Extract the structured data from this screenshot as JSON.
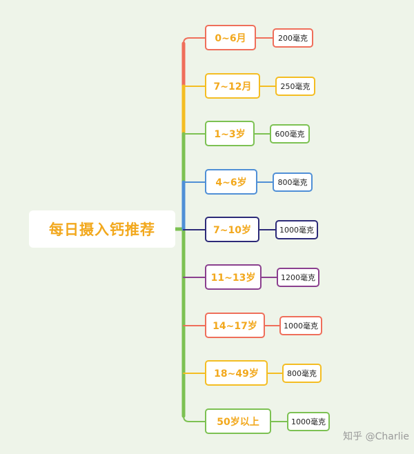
{
  "root": {
    "label": "每日摄入钙推荐"
  },
  "branches": [
    {
      "age": "0~6月",
      "amount": "200毫克",
      "color": "#ef6e5a"
    },
    {
      "age": "7~12月",
      "amount": "250毫克",
      "color": "#f4bd22"
    },
    {
      "age": "1~3岁",
      "amount": "600毫克",
      "color": "#7cc152"
    },
    {
      "age": "4~6岁",
      "amount": "800毫克",
      "color": "#4f8fd6"
    },
    {
      "age": "7~10岁",
      "amount": "1000毫克",
      "color": "#2c2a78"
    },
    {
      "age": "11~13岁",
      "amount": "1200毫克",
      "color": "#8a3f8e"
    },
    {
      "age": "14~17岁",
      "amount": "1000毫克",
      "color": "#ef6e5a"
    },
    {
      "age": "18~49岁",
      "amount": "800毫克",
      "color": "#f4bd22"
    },
    {
      "age": "50岁以上",
      "amount": "1000毫克",
      "color": "#7cc152"
    }
  ],
  "trunk_colors": {
    "top": "#ef6e5a",
    "upper": "#f4bd22",
    "main": "#7cc152",
    "mid": "#4f8fd6"
  },
  "watermark": "知乎 @Charlie"
}
